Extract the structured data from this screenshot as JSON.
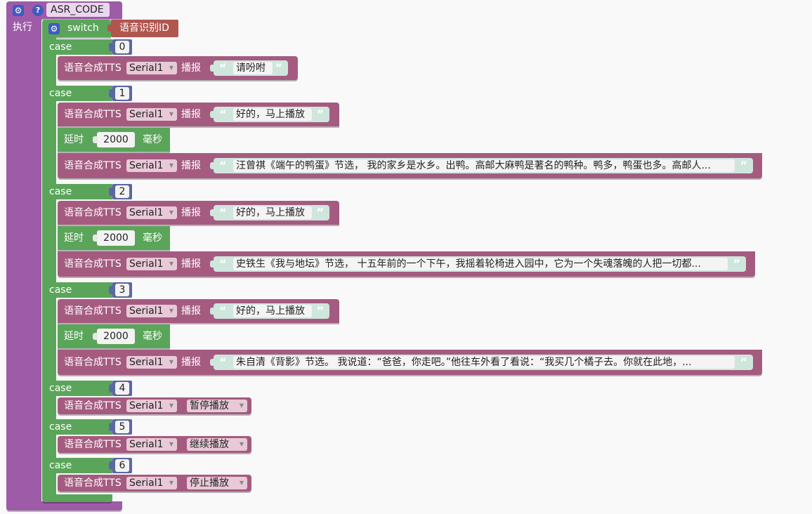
{
  "proc": {
    "name": "ASR_CODE",
    "do_label": "执行",
    "help_glyph": "?",
    "gear_glyph": "⚙"
  },
  "switch": {
    "label": "switch",
    "var": "语音识别ID"
  },
  "labels": {
    "case": "case",
    "tts": "语音合成TTS",
    "serial": "Serial1",
    "speak": "播报",
    "delay": "延时",
    "ms": "毫秒",
    "open_quote": "“",
    "close_quote": "”",
    "dd_arrow": "▼"
  },
  "cases": [
    {
      "num": "0",
      "text": "请吩咐"
    },
    {
      "num": "1",
      "confirm": "好的，马上播放",
      "delay": "2000",
      "story": "汪曾祺《端午的鸭蛋》节选， 我的家乡是水乡。出鸭。高邮大麻鸭是著名的鸭种。鸭多，鸭蛋也多。高邮人..."
    },
    {
      "num": "2",
      "confirm": "好的，马上播放",
      "delay": "2000",
      "story": "史铁生《我与地坛》节选， 十五年前的一个下午，我摇着轮椅进入园中，它为一个失魂落魄的人把一切都..."
    },
    {
      "num": "3",
      "confirm": "好的，马上播放",
      "delay": "2000",
      "story": "朱自清《背影》节选。 我说道：“爸爸，你走吧。”他往车外看了看说：“我买几个橘子去。你就在此地，..."
    },
    {
      "num": "4",
      "action": "暂停播放"
    },
    {
      "num": "5",
      "action": "继续播放"
    },
    {
      "num": "6",
      "action": "停止播放"
    }
  ]
}
